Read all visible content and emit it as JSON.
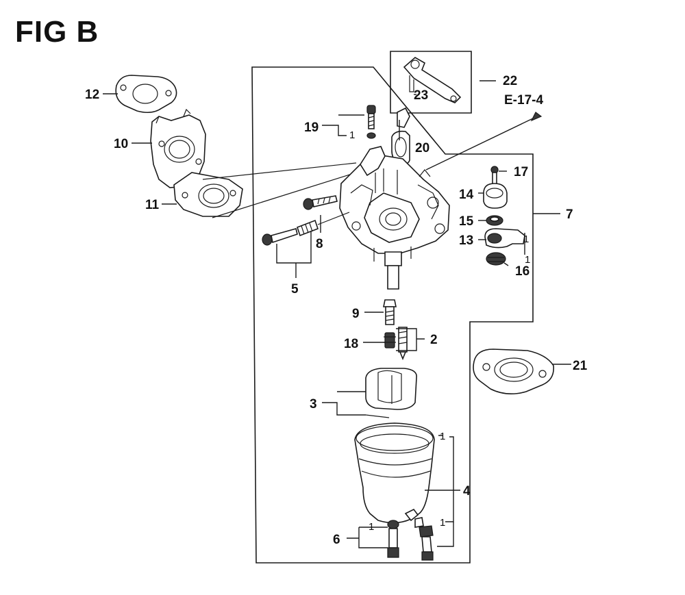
{
  "figure": {
    "title": "FIG B"
  },
  "callouts": [
    {
      "id": "12",
      "label": "12"
    },
    {
      "id": "10",
      "label": "10"
    },
    {
      "id": "11",
      "label": "11"
    },
    {
      "id": "19",
      "label": "19"
    },
    {
      "id": "20",
      "label": "20"
    },
    {
      "id": "22",
      "label": "22"
    },
    {
      "id": "23",
      "label": "23"
    },
    {
      "id": "17",
      "label": "17"
    },
    {
      "id": "14",
      "label": "14"
    },
    {
      "id": "15",
      "label": "15"
    },
    {
      "id": "13",
      "label": "13"
    },
    {
      "id": "16",
      "label": "16"
    },
    {
      "id": "7",
      "label": "7"
    },
    {
      "id": "8",
      "label": "8"
    },
    {
      "id": "5",
      "label": "5"
    },
    {
      "id": "9",
      "label": "9"
    },
    {
      "id": "18",
      "label": "18"
    },
    {
      "id": "2",
      "label": "2"
    },
    {
      "id": "21",
      "label": "21"
    },
    {
      "id": "3",
      "label": "3"
    },
    {
      "id": "4",
      "label": "4"
    },
    {
      "id": "6",
      "label": "6"
    }
  ],
  "quantities": {
    "q19": "1",
    "q13": "1",
    "q16": "1",
    "q4a": "1",
    "q4b": "1",
    "q6": "1"
  },
  "reference": "E-17-4"
}
